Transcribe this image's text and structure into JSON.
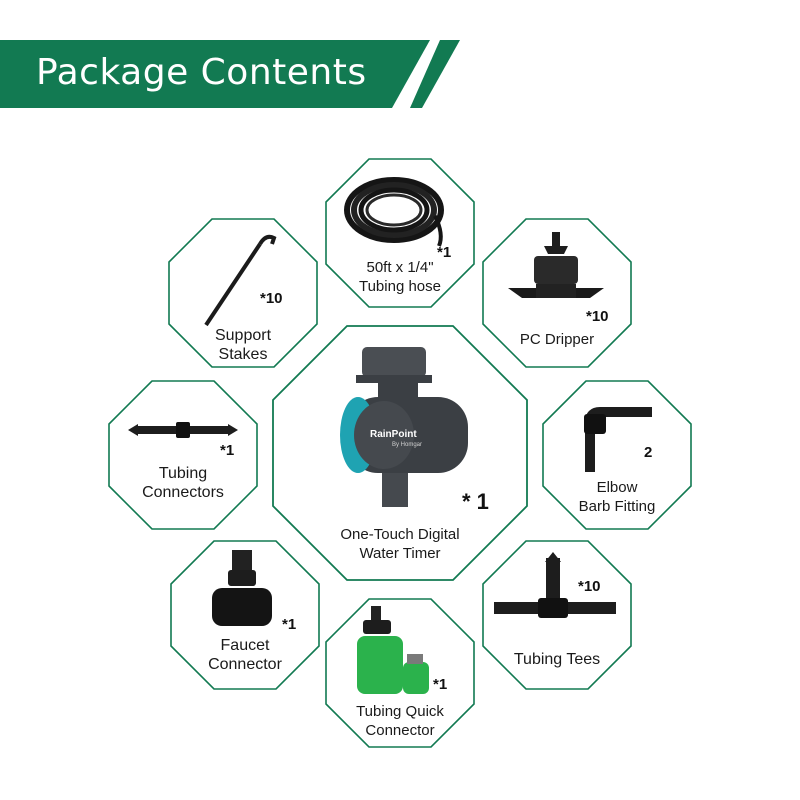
{
  "banner": {
    "title": "Package Contents",
    "color": "#127a52"
  },
  "accent": {
    "teal": "#1fa3b2",
    "green": "#2bb24c",
    "dark": "#3b3f44"
  },
  "items": {
    "tubing_hose": {
      "label_line1": "50ft x 1/4\"",
      "label_line2": "Tubing hose",
      "qty": "*1"
    },
    "pc_dripper": {
      "label_line1": "PC Dripper",
      "qty": "*10"
    },
    "support_stakes": {
      "label_line1": "Support",
      "label_line2": "Stakes",
      "qty": "*10"
    },
    "water_timer": {
      "label_line1": "One-Touch Digital",
      "label_line2": "Water Timer",
      "qty": "* 1",
      "brand": "RainPoint",
      "brand_sub": "By Homgar"
    },
    "tubing_connectors": {
      "label_line1": "Tubing",
      "label_line2": "Connectors",
      "qty": "*1"
    },
    "elbow_barb": {
      "label_line1": "Elbow",
      "label_line2": "Barb Fitting",
      "qty": "2"
    },
    "faucet_connector": {
      "label_line1": "Faucet",
      "label_line2": "Connector",
      "qty": "*1"
    },
    "tubing_tees": {
      "label_line1": "Tubing Tees",
      "qty": "*10"
    },
    "quick_connector": {
      "label_line1": "Tubing Quick",
      "label_line2": "Connector",
      "qty": "*1"
    }
  }
}
